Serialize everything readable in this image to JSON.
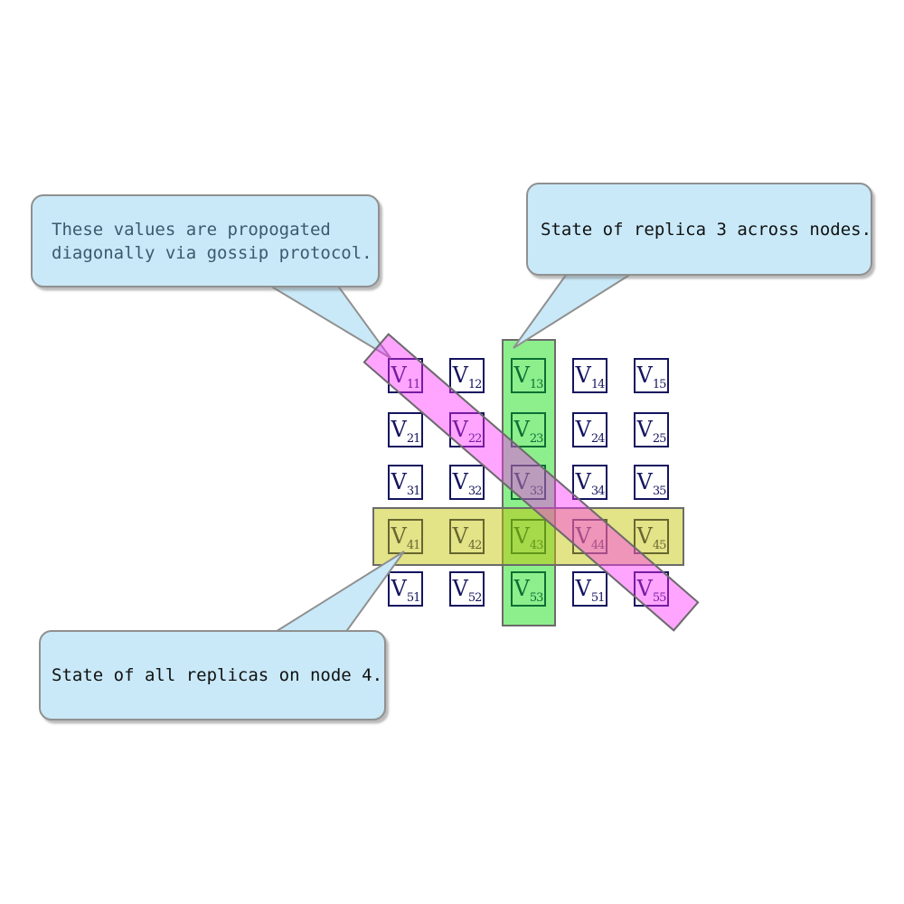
{
  "colors": {
    "callout_fill": "#c9e9f8",
    "callout_border": "#909090",
    "cell_color": "#14145f",
    "highlight_border": "#6b6b6b",
    "green_fill": "rgba(0,220,0,0.45)",
    "yellow_fill": "rgba(195,195,0,0.47)",
    "pink_fill": "rgba(255,40,255,0.42)",
    "gossip_text": "#3c5a6e",
    "note_text": "#111111"
  },
  "callouts": {
    "gossip": {
      "lines": [
        "These values are propogated",
        "diagonally via gossip protocol."
      ]
    },
    "replica3": {
      "text": "State of replica 3 across nodes."
    },
    "node4": {
      "text": "State of all replicas on node 4."
    }
  },
  "matrix": {
    "base": "V",
    "rows": [
      [
        "11",
        "12",
        "13",
        "14",
        "15"
      ],
      [
        "21",
        "22",
        "23",
        "24",
        "25"
      ],
      [
        "31",
        "32",
        "33",
        "34",
        "35"
      ],
      [
        "41",
        "42",
        "43",
        "44",
        "45"
      ],
      [
        "51",
        "52",
        "53",
        "51",
        "55"
      ]
    ]
  }
}
